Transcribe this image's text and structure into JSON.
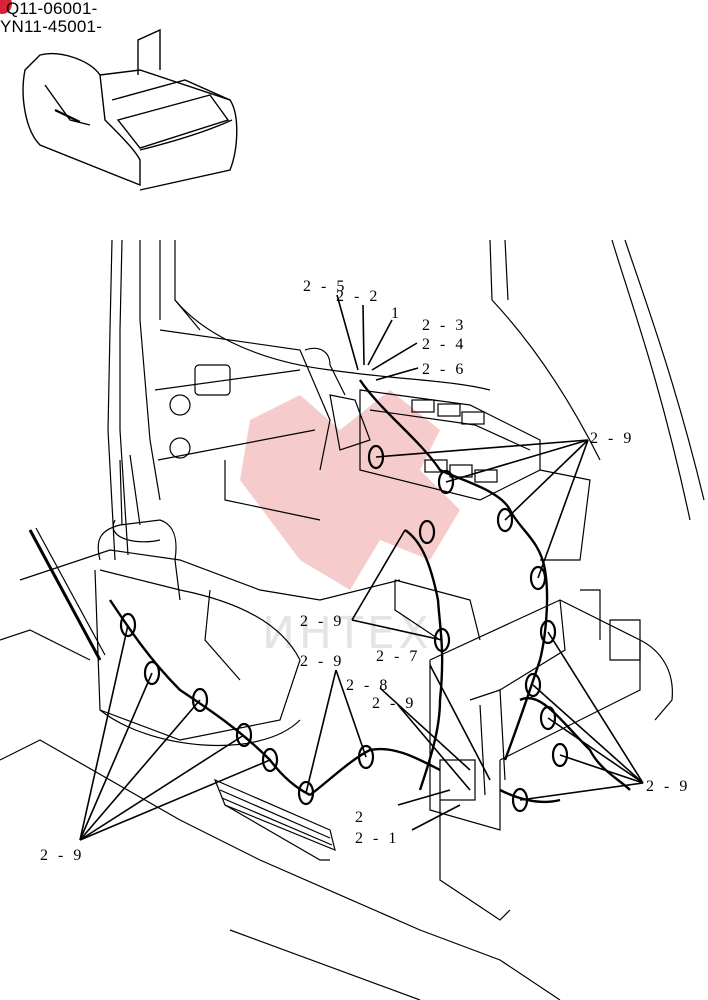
{
  "header": {
    "serial_1": "Q11-06001-",
    "serial_2": "YN11-45001-"
  },
  "watermark": {
    "text": "ИНТЕХ",
    "color": "#f3c2c2"
  },
  "badge_color": "#d8223a",
  "callouts": {
    "c_2_5": "2 - 5",
    "c_2_2": "2 - 2",
    "c_1": "1",
    "c_2_3": "2 - 3",
    "c_2_4": "2 - 4",
    "c_2_6": "2 - 6",
    "c_2_9_top_right": "2 - 9",
    "c_2_9_mid_left": "2 - 9",
    "c_2_9_mid": "2 - 9",
    "c_2_7": "2 - 7",
    "c_2_8": "2 - 8",
    "c_2_9_center": "2 - 9",
    "c_2_9_right": "2 - 9",
    "c_2": "2",
    "c_2_1": "2 - 1",
    "c_2_9_left": "2 - 9"
  }
}
